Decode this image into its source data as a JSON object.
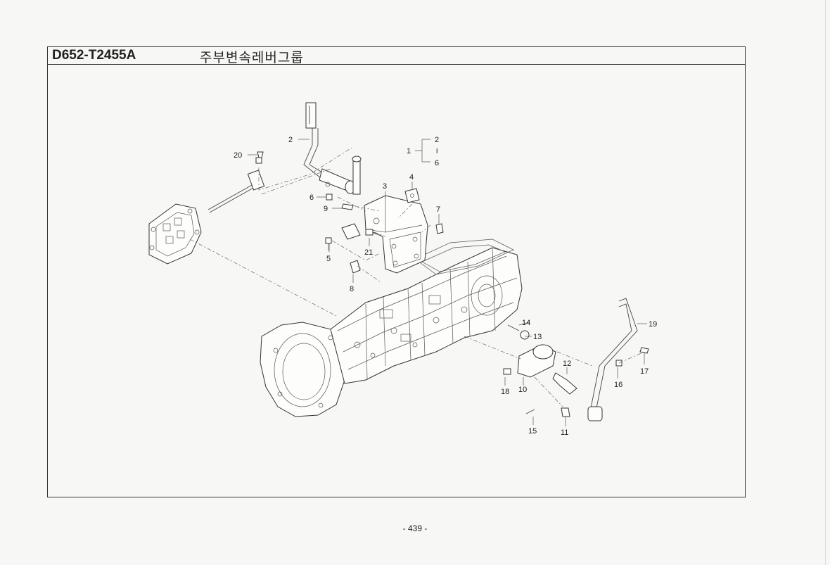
{
  "header": {
    "code": "D652-T2455A",
    "title": "주부변속레버그룹"
  },
  "callouts": {
    "c1": "1",
    "c1a": "2",
    "c1b": "i",
    "c1c": "6",
    "c2": "2",
    "c3": "3",
    "c4": "4",
    "c5": "5",
    "c6": "6",
    "c7": "7",
    "c8": "8",
    "c9": "9",
    "c10": "10",
    "c11": "11",
    "c12": "12",
    "c13": "13",
    "c14": "14",
    "c15": "15",
    "c16": "16",
    "c17": "17",
    "c18": "18",
    "c19": "19",
    "c20": "20",
    "c21": "21"
  },
  "footer": {
    "page": "- 439 -"
  }
}
